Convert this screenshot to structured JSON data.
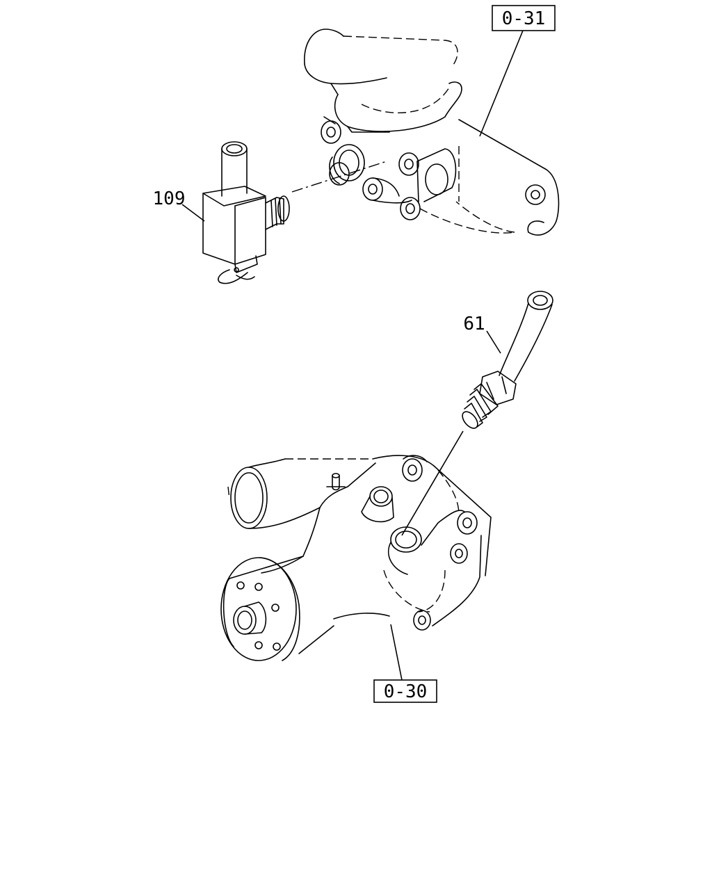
{
  "callouts": {
    "ref_top": "0-31",
    "ref_bottom": "0-30",
    "part_valve": "109",
    "part_pipe": "61"
  }
}
